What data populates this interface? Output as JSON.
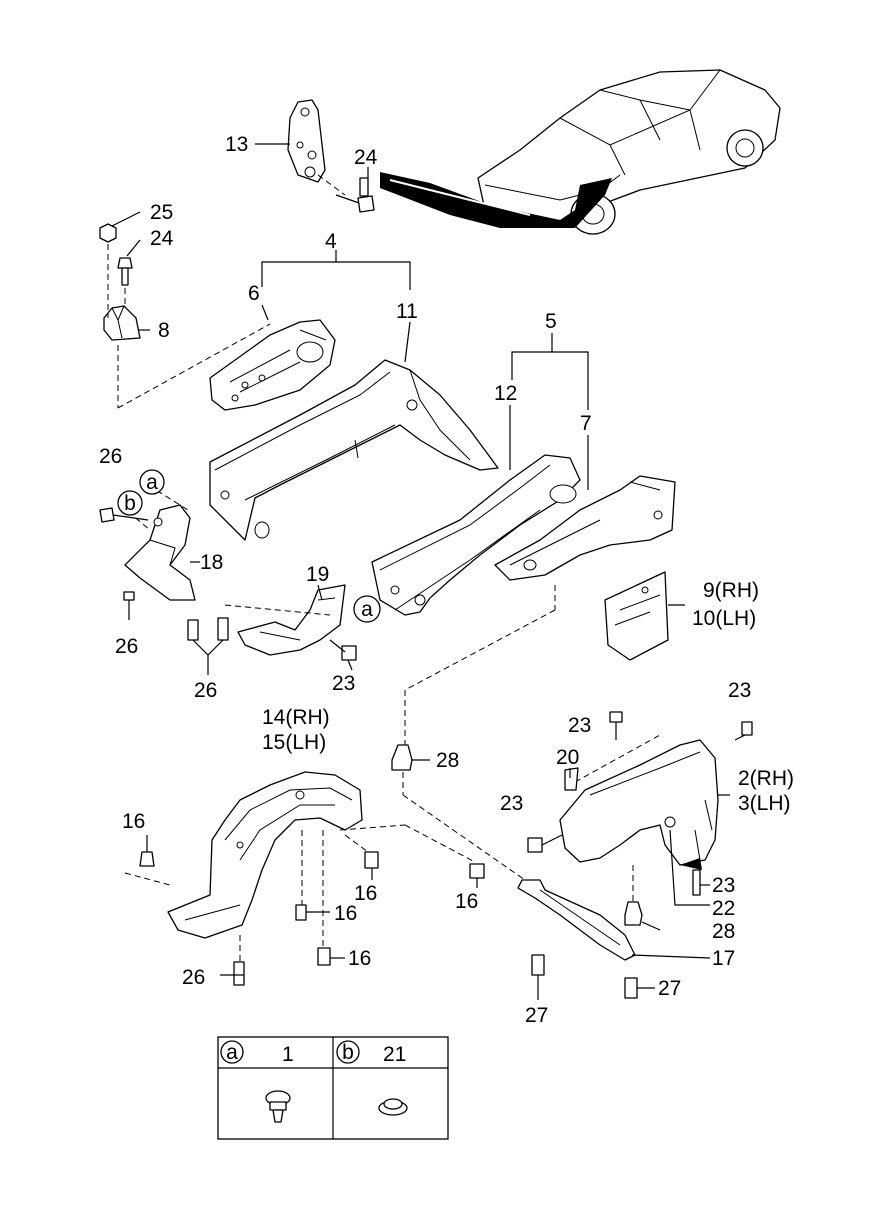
{
  "callouts": {
    "c13": "13",
    "c24a": "24",
    "c25": "25",
    "c24b": "24",
    "c4": "4",
    "c6": "6",
    "c11": "11",
    "c8": "8",
    "c5": "5",
    "c12": "12",
    "c7": "7",
    "c26a": "26",
    "c18": "18",
    "c19": "19",
    "c26b": "26",
    "c26c": "26",
    "c23a": "23",
    "c9": "9(RH)",
    "c10": "10(LH)",
    "c23b": "23",
    "c23c": "23",
    "c14": "14(RH)",
    "c15": "15(LH)",
    "c28a": "28",
    "c20": "20",
    "c2": "2(RH)",
    "c3": "3(LH)",
    "c23d": "23",
    "c16a": "16",
    "c16b": "16",
    "c16c": "16",
    "c16d": "16",
    "c16e": "16",
    "c23e": "23",
    "c22": "22",
    "c28b": "28",
    "c17": "17",
    "c26d": "26",
    "c27a": "27",
    "c27b": "27"
  },
  "legend": {
    "col_a_marker": "a",
    "col_a_part": "1",
    "col_b_marker": "b",
    "col_b_part": "21"
  },
  "markers": {
    "m1": "a",
    "m2": "b",
    "m3": "a"
  },
  "icons": [
    "car-outline-icon",
    "rivet-clip-icon",
    "grommet-plug-icon",
    "bolt-icon",
    "nut-icon"
  ]
}
